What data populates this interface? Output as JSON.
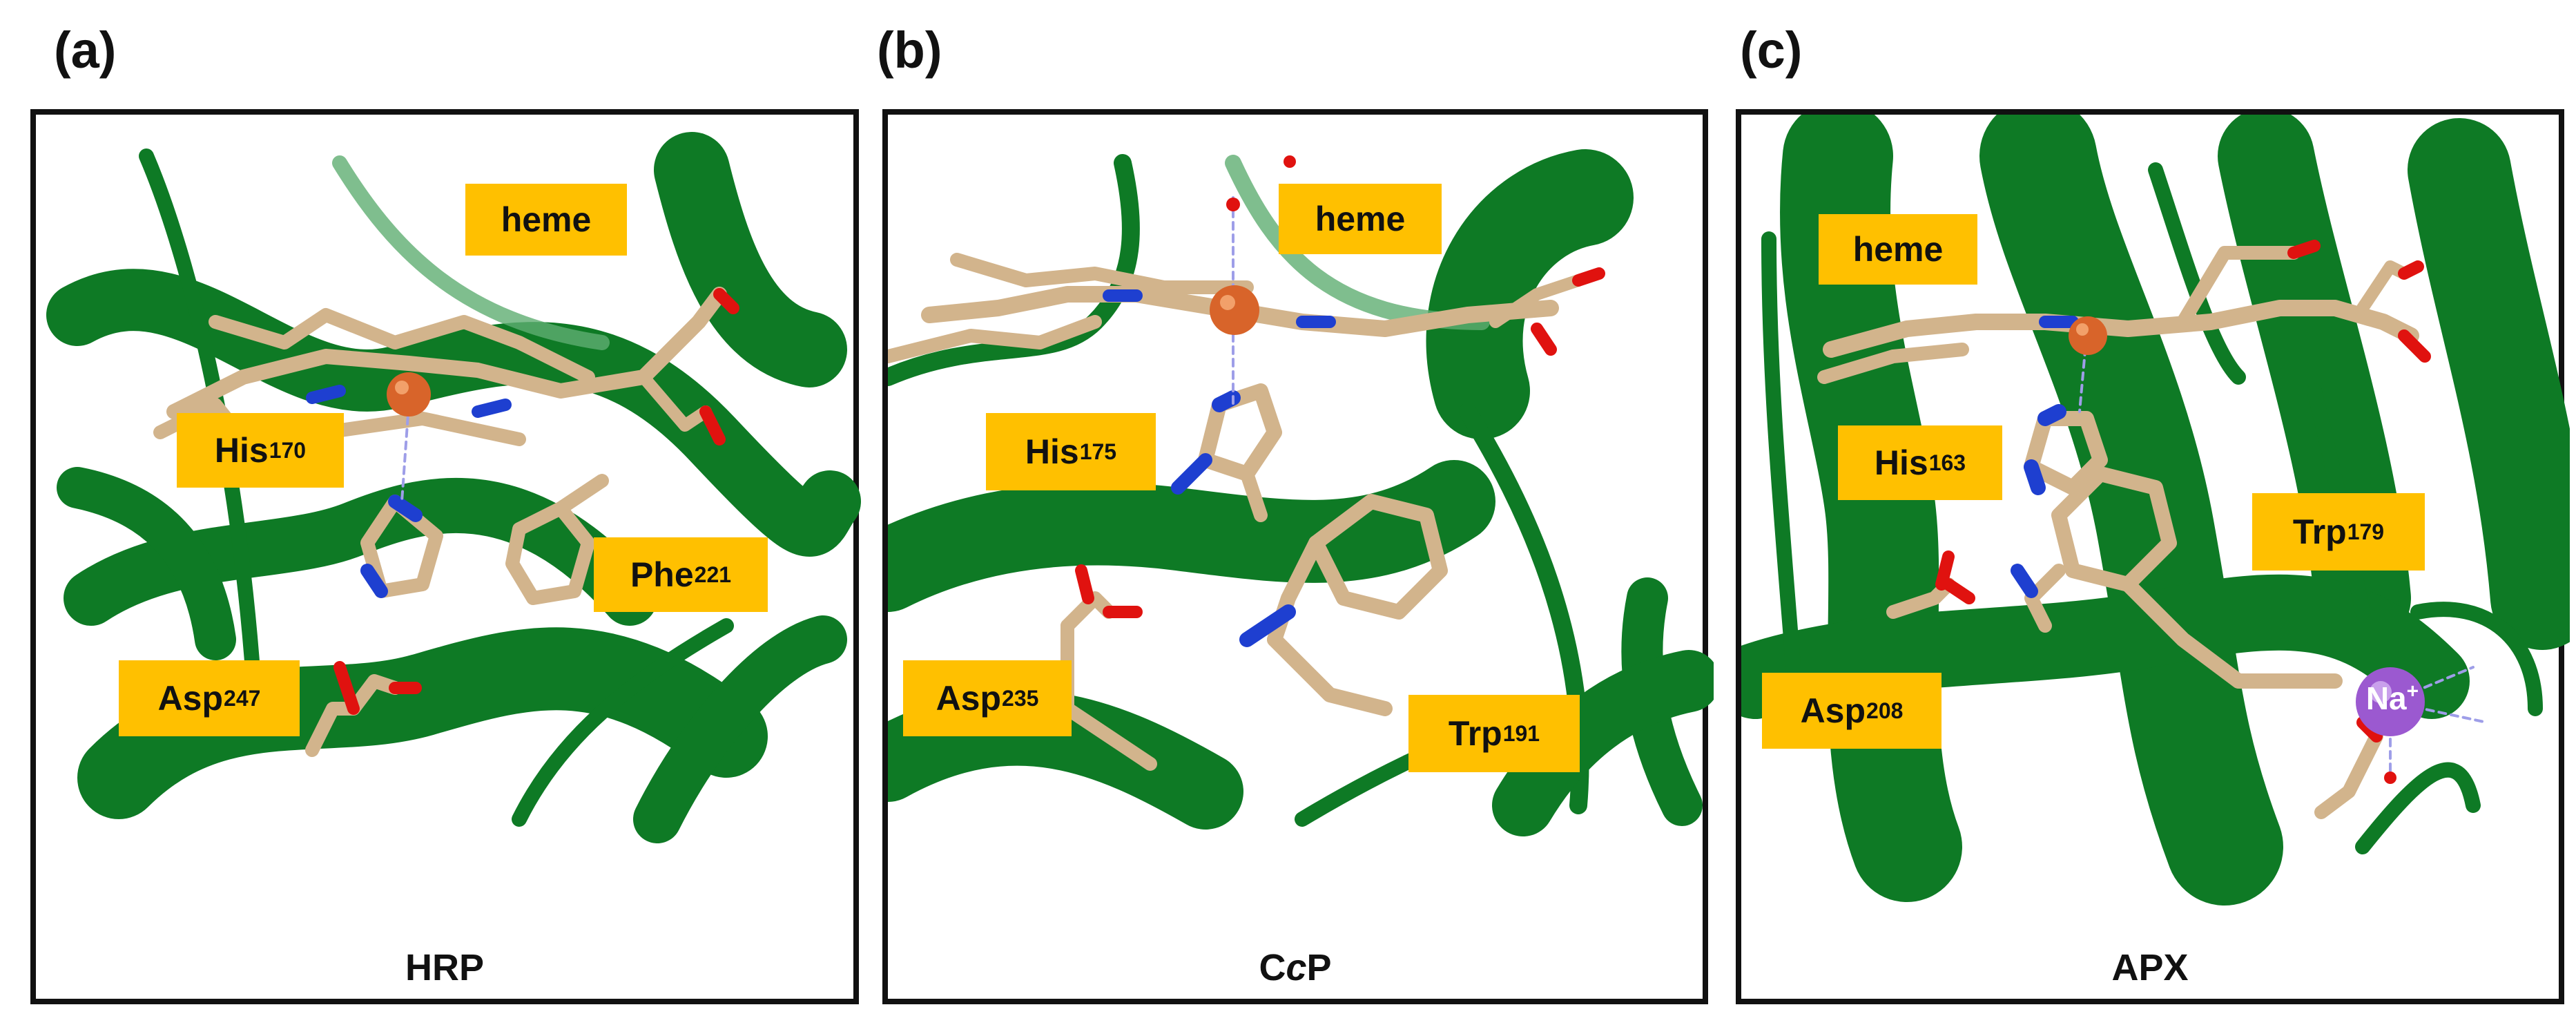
{
  "panels": [
    {
      "tag": "(a)",
      "caption": "HRP",
      "labels": {
        "heme": "heme",
        "his": {
          "name": "His",
          "num": "170"
        },
        "phe": {
          "name": "Phe",
          "num": "221"
        },
        "asp": {
          "name": "Asp",
          "num": "247"
        }
      }
    },
    {
      "tag": "(b)",
      "caption_pre": "C",
      "caption_italic": "c",
      "caption_post": "P",
      "labels": {
        "heme": "heme",
        "his": {
          "name": "His",
          "num": "175"
        },
        "trp": {
          "name": "Trp",
          "num": "191"
        },
        "asp": {
          "name": "Asp",
          "num": "235"
        }
      }
    },
    {
      "tag": "(c)",
      "caption": "APX",
      "labels": {
        "heme": "heme",
        "his": {
          "name": "His",
          "num": "163"
        },
        "trp": {
          "name": "Trp",
          "num": "179"
        },
        "asp": {
          "name": "Asp",
          "num": "208"
        },
        "ion": "Na",
        "ion_charge": "+"
      }
    }
  ],
  "colors": {
    "ribbon": "#0E7A25",
    "ribbon_light": "#5FAE72",
    "stick": "#D2B48C",
    "nitrogen": "#1E3FD0",
    "oxygen": "#E0120F",
    "iron": "#D8642A",
    "sodium": "#9B59D0",
    "label_bg": "#FFC000"
  }
}
